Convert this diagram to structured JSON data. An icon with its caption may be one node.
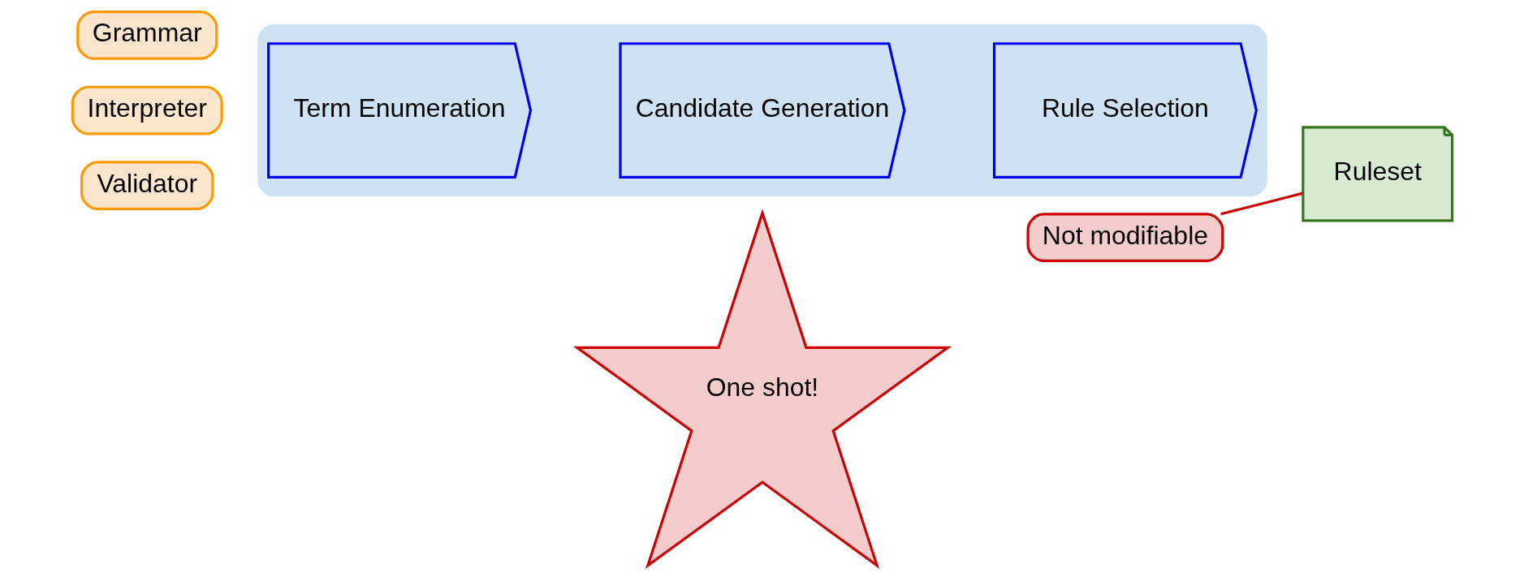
{
  "diagram": {
    "nodes": [
      {
        "text": [
          "Grammar"
        ]
      },
      {
        "text": [
          "Interpreter"
        ]
      },
      {
        "text": [
          "Validator"
        ]
      },
      {
        "text": [],
        "shape": "box"
      },
      {
        "text": [
          "Term Enumeration"
        ],
        "in": 3
      },
      {
        "text": [
          "Candidate Generation"
        ],
        "in": 3
      },
      {
        "text": [
          "Rule Selection"
        ],
        "in": 3
      },
      {
        "text": [
          "Ruleset"
        ]
      },
      {
        "text": [
          "Not modifiable"
        ]
      },
      {
        "text": [
          "One shot!"
        ]
      }
    ],
    "edges": [
      {
        "from": 8,
        "to": 7,
        "arrow": "none",
        "color": "#cc0000"
      }
    ]
  }
}
